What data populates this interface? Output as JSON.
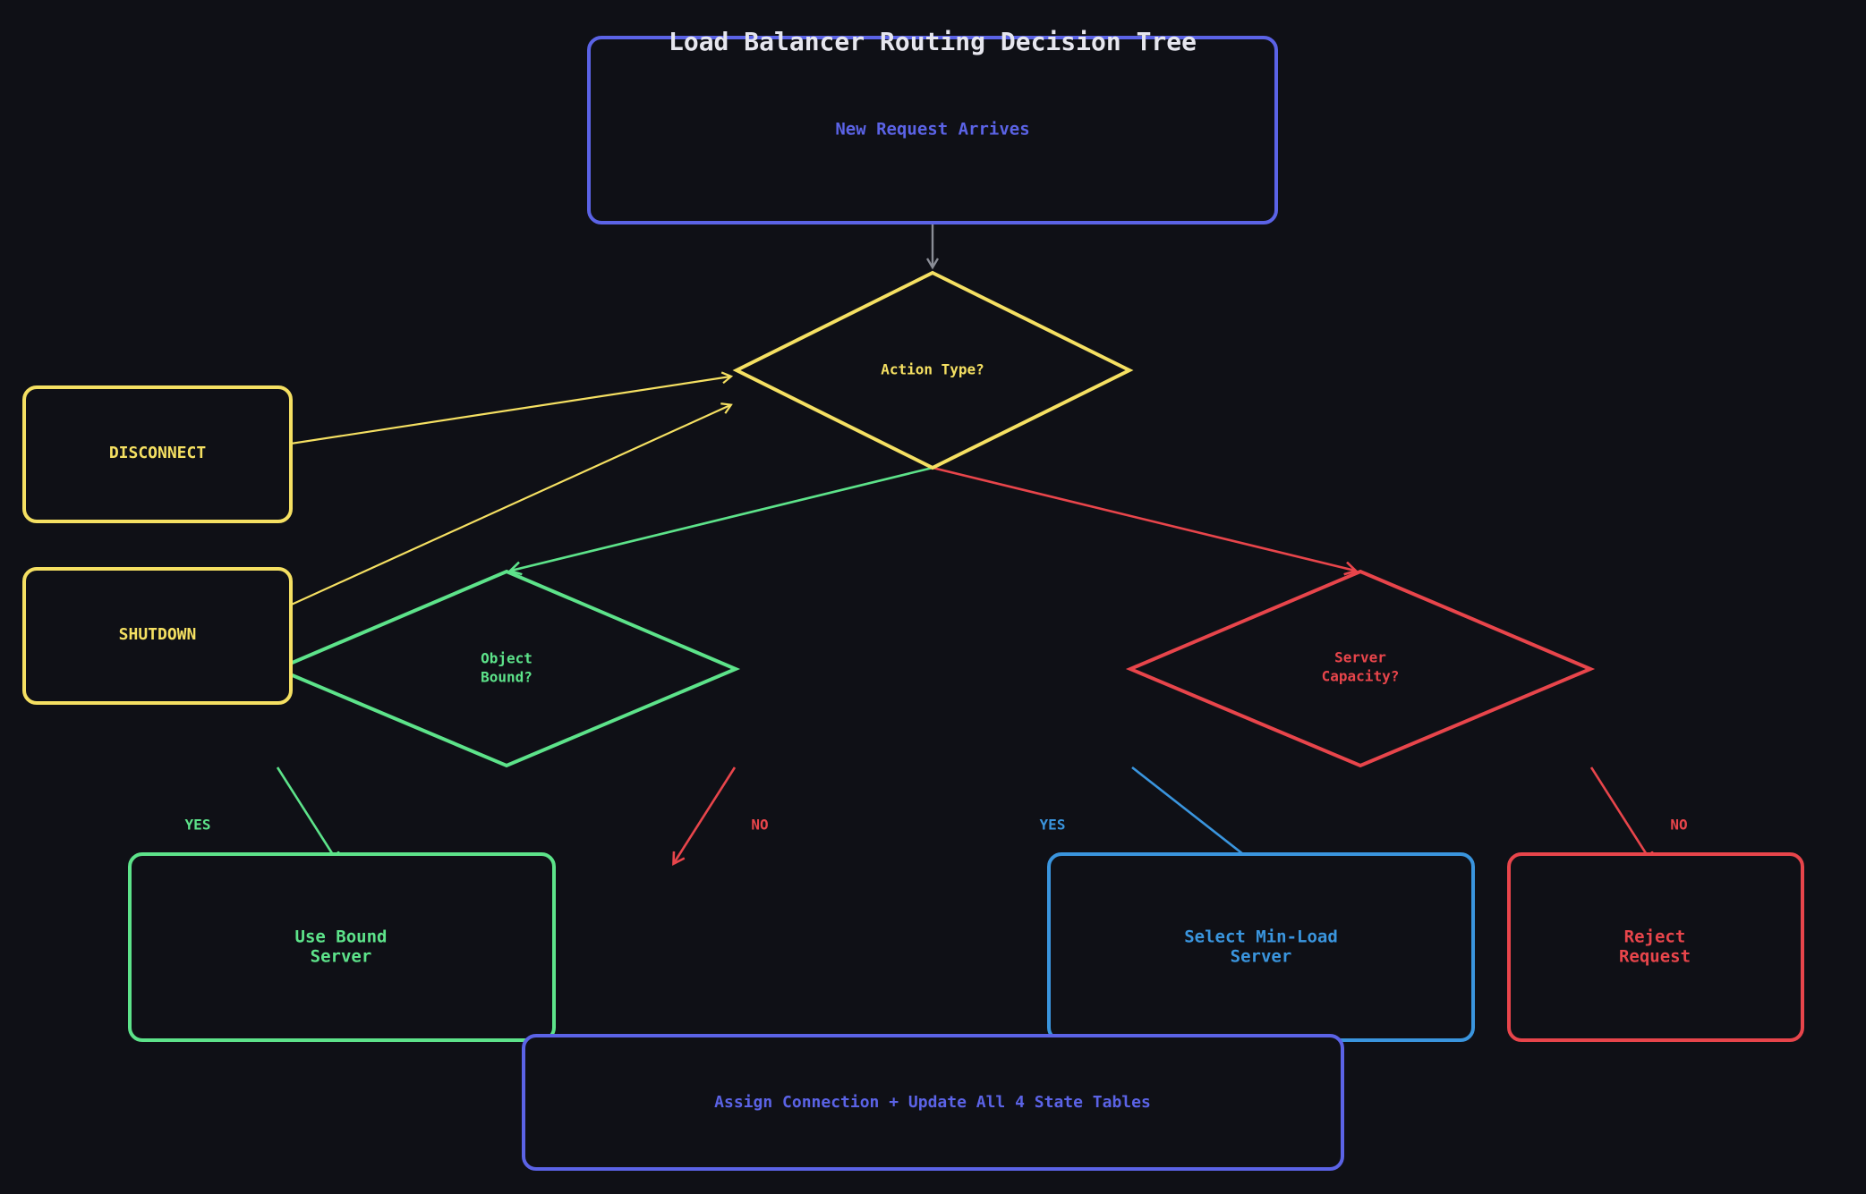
{
  "title": "Load Balancer Routing Decision Tree",
  "colors": {
    "background": "#0f1016",
    "purple": "#5b63e6",
    "yellow": "#f5e062",
    "green": "#5de38a",
    "red": "#e8454b",
    "blue": "#3a95de",
    "gray": "#8a8d96",
    "title": "#e6e6ee"
  },
  "nodes": {
    "start": {
      "label": "New Request Arrives"
    },
    "action": {
      "label": "Action Type?"
    },
    "disconnect": {
      "label": "DISCONNECT"
    },
    "shutdown": {
      "label": "SHUTDOWN"
    },
    "object_bound": {
      "line1": "Object",
      "line2": "Bound?"
    },
    "server_capacity": {
      "line1": "Server",
      "line2": "Capacity?"
    },
    "use_bound": {
      "line1": "Use Bound",
      "line2": "Server"
    },
    "select_min": {
      "line1": "Select Min-Load",
      "line2": "Server"
    },
    "reject": {
      "line1": "Reject",
      "line2": "Request"
    },
    "assign": {
      "label": "Assign Connection + Update All 4 State Tables"
    }
  },
  "edge_labels": {
    "bound_yes": "YES",
    "bound_no": "NO",
    "capacity_yes": "YES",
    "capacity_no": "NO"
  }
}
